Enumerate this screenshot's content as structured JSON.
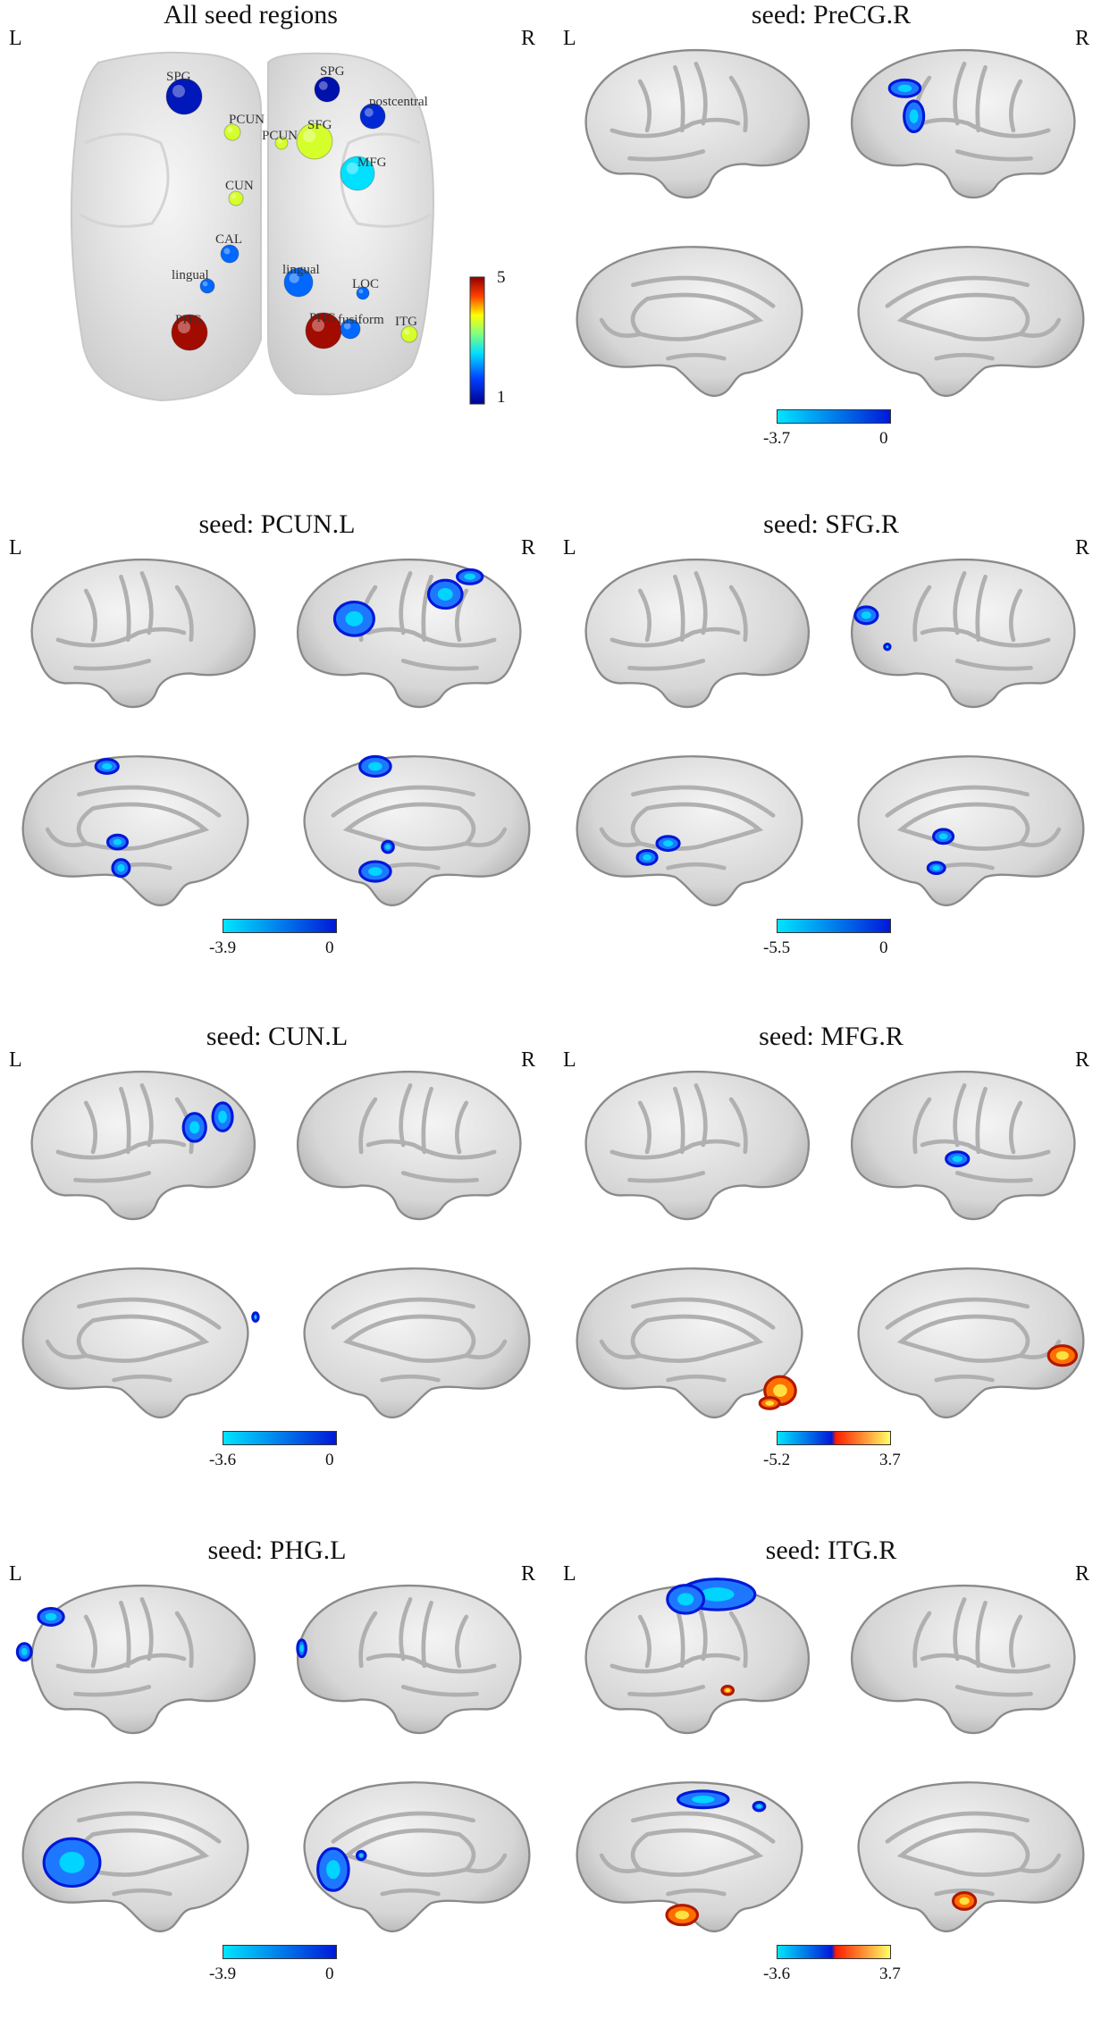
{
  "colors": {
    "cool_low": "#00e5ff",
    "cool_high": "#0018d8",
    "warm_low": "#ff1e00",
    "warm_high": "#ffff66",
    "cortex": "#d9d9d9"
  },
  "overview": {
    "title": "All seed regions",
    "left": "L",
    "right": "R",
    "scale_max": "5",
    "scale_min": "1",
    "nodes": [
      {
        "label": "SPG",
        "value": 1.3
      },
      {
        "label": "PCUN",
        "value": 3.6
      },
      {
        "label": "CUN",
        "value": 3.6
      },
      {
        "label": "CAL",
        "value": 2.0
      },
      {
        "label": "lingual",
        "value": 2.0
      },
      {
        "label": "PHG",
        "value": 4.9
      },
      {
        "label": "SPG",
        "value": 1.2
      },
      {
        "label": "postcentral",
        "value": 1.5
      },
      {
        "label": "PCUN",
        "value": 3.6
      },
      {
        "label": "SFG",
        "value": 3.6
      },
      {
        "label": "MFG",
        "value": 2.6
      },
      {
        "label": "lingual",
        "value": 2.0
      },
      {
        "label": "LOC",
        "value": 2.0
      },
      {
        "label": "PHG",
        "value": 4.9
      },
      {
        "label": "fusiform",
        "value": 2.0
      },
      {
        "label": "ITG",
        "value": 3.6
      }
    ]
  },
  "panels": [
    {
      "title": "seed: PreCG.R",
      "left": "L",
      "right": "R",
      "min": "-3.7",
      "max": "0",
      "bar": "cool"
    },
    {
      "title": "seed: PCUN.L",
      "left": "L",
      "right": "R",
      "min": "-3.9",
      "max": "0",
      "bar": "cool"
    },
    {
      "title": "seed: SFG.R",
      "left": "L",
      "right": "R",
      "min": "-5.5",
      "max": "0",
      "bar": "cool"
    },
    {
      "title": "seed: CUN.L",
      "left": "L",
      "right": "R",
      "min": "-3.6",
      "max": "0",
      "bar": "cool"
    },
    {
      "title": "seed: MFG.R",
      "left": "L",
      "right": "R",
      "min": "-5.2",
      "max": "3.7",
      "bar": "both"
    },
    {
      "title": "seed: PHG.L",
      "left": "L",
      "right": "R",
      "min": "-3.9",
      "max": "0",
      "bar": "cool"
    },
    {
      "title": "seed: ITG.R",
      "left": "L",
      "right": "R",
      "min": "-3.6",
      "max": "3.7",
      "bar": "both"
    }
  ]
}
